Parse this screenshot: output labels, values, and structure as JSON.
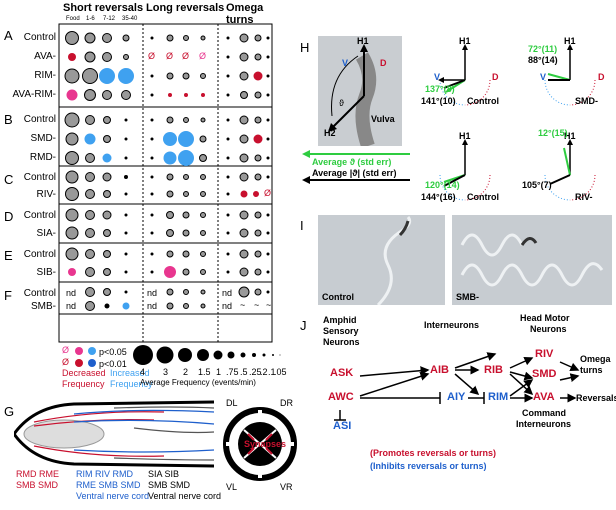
{
  "panelA_F": {
    "headers": {
      "short": "Short reversals",
      "long": "Long reversals",
      "omega": "Omega turns"
    },
    "subheaders": [
      "Food",
      "1-6",
      "7-12",
      "35-40"
    ],
    "letters": [
      "A",
      "B",
      "C",
      "D",
      "E",
      "F"
    ],
    "rows": {
      "A": [
        "Control",
        "AVA-",
        "RIM-",
        "AVA-RIM-"
      ],
      "B": [
        "Control",
        "SMD-",
        "RMD-"
      ],
      "C": [
        "Control",
        "RIV-"
      ],
      "D": [
        "Control",
        "SIA-"
      ],
      "E": [
        "Control",
        "SIB-"
      ],
      "F": [
        "Control",
        "SMB-"
      ]
    },
    "nd": "nd",
    "tilde": "~",
    "zero": "Ø"
  },
  "legend": {
    "p05": "p<0.05",
    "p01": "p<0.01",
    "decreased": "Decreased",
    "increased": "Increased",
    "frequency": "Frequency",
    "scale_values": [
      "4",
      "3",
      "2",
      "1.5",
      "1",
      ".75",
      ".5",
      ".25",
      ".2",
      ".1",
      ".05"
    ],
    "scale_caption": "Average Frequency (events/min)"
  },
  "panelG": {
    "letter": "G",
    "red_labels": [
      "RMD RME",
      "SMB SMD"
    ],
    "blue_labels": [
      "RIM RIV RMD",
      "RME SMB SMD",
      "Ventral nerve cord"
    ],
    "black_labels": [
      "SIA SIB",
      "SMB SMD",
      "Ventral nerve cord"
    ],
    "quadrants": [
      "DL",
      "DR",
      "VL",
      "VR"
    ],
    "synapses": "Synapses"
  },
  "panelH": {
    "letter": "H",
    "photo_labels": {
      "h1": "H1",
      "h2": "H2",
      "v": "V",
      "d": "D",
      "vulva": "Vulva",
      "theta": "ϑ"
    },
    "legend_avg_theta": "Average ϑ (std err)",
    "legend_avg_abs": "Average |ϑ| (std err)",
    "plots": [
      {
        "name": "Control",
        "green": "137°(8)",
        "black": "141°(10)"
      },
      {
        "name": "SMD-",
        "green": "72°(11)",
        "black": "88°(14)"
      },
      {
        "name": "Control",
        "green": "120°(14)",
        "black": "144°(16)"
      },
      {
        "name": "RIV-",
        "green": "12°(15)",
        "black": "105°(7)"
      }
    ]
  },
  "panelI": {
    "letter": "I",
    "left": "Control",
    "right": "SMB-"
  },
  "panelJ": {
    "letter": "J",
    "col1": "Amphid\nSensory\nNeurons",
    "col1_lines": [
      "Amphid",
      "Sensory",
      "Neurons"
    ],
    "col2": "Interneurons",
    "col3_lines": [
      "Head Motor",
      "Neurons"
    ],
    "nodes": {
      "ASK": "ASK",
      "AWC": "AWC",
      "ASI": "ASI",
      "AIB": "AIB",
      "AIY": "AIY",
      "RIB": "RIB",
      "RIM": "RIM",
      "RIV": "RIV",
      "SMD": "SMD",
      "AVA": "AVA"
    },
    "omega_lines": [
      "Omega",
      "turns"
    ],
    "reversals": "Reversals",
    "command_lines": [
      "Command",
      "Interneurons"
    ],
    "promotes": "(Promotes reversals or turns)",
    "inhibits": "(Inhibits reversals or turns)"
  }
}
